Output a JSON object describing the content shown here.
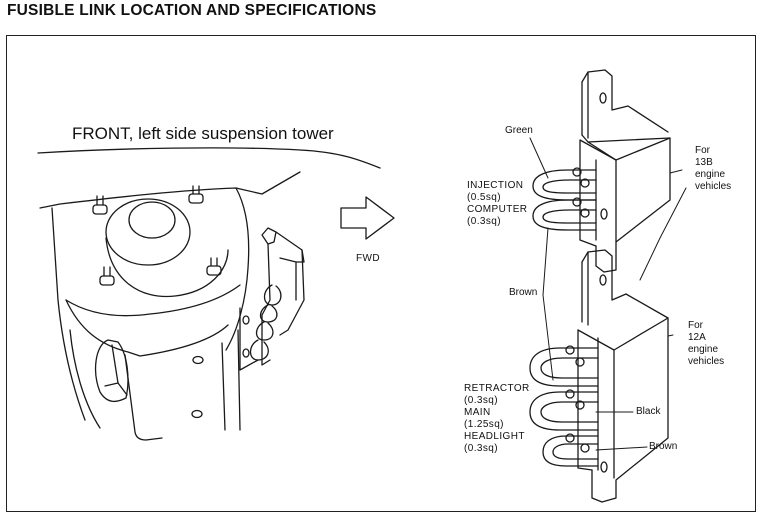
{
  "title": "FUSIBLE LINK LOCATION AND SPECIFICATIONS",
  "location_caption": "FRONT, left side suspension tower",
  "direction": {
    "label": "FWD",
    "icon": "right-arrow-icon"
  },
  "upper_link": {
    "wire_color_top": "Green",
    "circuits": [
      {
        "name": "INJECTION",
        "spec": "(0.5sq)"
      },
      {
        "name": "COMPUTER",
        "spec": "(0.3sq)"
      }
    ],
    "vehicle_note": [
      "For",
      "13B",
      "engine",
      "vehicles"
    ]
  },
  "shared_wire_color": "Brown",
  "lower_link": {
    "circuits": [
      {
        "name": "RETRACTOR",
        "spec": "(0.3sq)"
      },
      {
        "name": "MAIN",
        "spec": "(1.25sq)"
      },
      {
        "name": "HEADLIGHT",
        "spec": "(0.3sq)"
      }
    ],
    "wire_colors": [
      "Black",
      "Brown"
    ],
    "vehicle_note": [
      "For",
      "12A",
      "engine",
      "vehicles"
    ]
  }
}
